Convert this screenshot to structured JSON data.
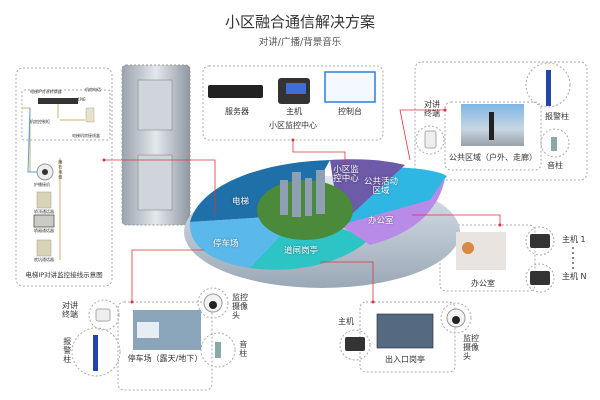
{
  "title": "小区融合通信解决方案",
  "subtitle": "对讲/广播/背景音乐",
  "control_center": {
    "items": [
      "服务器",
      "主机",
      "控制台"
    ],
    "caption": "小区监控中心"
  },
  "elevator_panel": {
    "labels": [
      "电梯IP对讲转换器",
      "机房电话",
      "4PIE",
      "机房控制柜",
      "电梯机房接线盒",
      "护播接机",
      "随行电缆",
      "轿顶通话器",
      "轿厢通话器",
      "底坑通话器"
    ],
    "caption": "电梯IP对讲监控接线示意图"
  },
  "public_area": {
    "terminal": "对讲终端",
    "alarm": "报警柱",
    "speaker": "音柱",
    "caption": "公共区域（户外、走廊）"
  },
  "platform_segments": {
    "elevator": "电梯",
    "parking": "停车场",
    "gate": "道闸岗亭",
    "office": "办公室",
    "public": "公共活动区域",
    "center": "小区监控中心"
  },
  "office": {
    "caption": "办公室",
    "host_first": "主机 1",
    "host_last": "主机 N"
  },
  "parking": {
    "terminal": "对讲终端",
    "alarm": "报警柱",
    "camera": "监控摄像头",
    "speaker": "音柱",
    "caption": "停车场（露天/地下）"
  },
  "entrance": {
    "host": "主机",
    "camera": "监控摄像头",
    "caption": "出入口岗亭"
  },
  "colors": {
    "connector": "#d9363e",
    "elevator": "#1f6fa8",
    "parking": "#5bb8ea",
    "gate": "#2cc4c4",
    "office": "#b98be8",
    "public": "#2fb7e3",
    "center": "#6d5aa8"
  }
}
